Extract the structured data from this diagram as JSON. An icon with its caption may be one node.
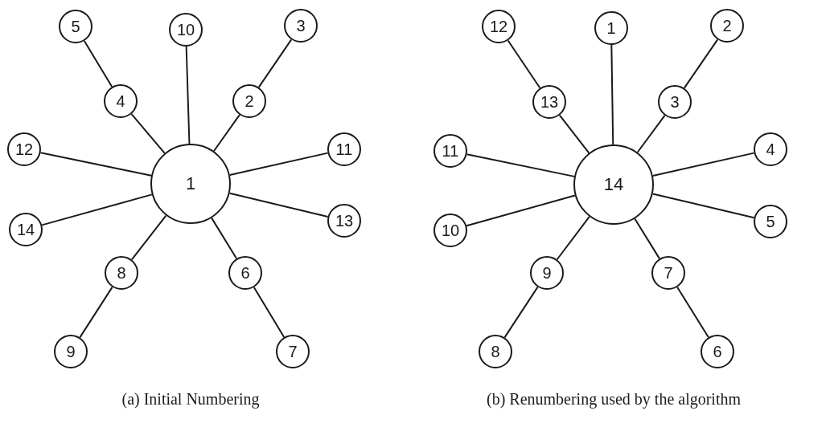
{
  "diagram": {
    "nodes": [
      {
        "text": [
          "1"
        ]
      },
      {
        "text": [
          "5"
        ]
      },
      {
        "text": [
          "10"
        ]
      },
      {
        "text": [
          "3"
        ]
      },
      {
        "text": [
          "4"
        ]
      },
      {
        "text": [
          "2"
        ]
      },
      {
        "text": [
          "12"
        ]
      },
      {
        "text": [
          "11"
        ]
      },
      {
        "text": [
          "14"
        ]
      },
      {
        "text": [
          "13"
        ]
      },
      {
        "text": [
          "8"
        ]
      },
      {
        "text": [
          "6"
        ]
      },
      {
        "text": [
          "9"
        ]
      },
      {
        "text": [
          "7"
        ]
      },
      {
        "text": [
          "14"
        ]
      },
      {
        "text": [
          "12"
        ]
      },
      {
        "text": [
          "1"
        ]
      },
      {
        "text": [
          "2"
        ]
      },
      {
        "text": [
          "13"
        ]
      },
      {
        "text": [
          "3"
        ]
      },
      {
        "text": [
          "11"
        ]
      },
      {
        "text": [
          "4"
        ]
      },
      {
        "text": [
          "10"
        ]
      },
      {
        "text": [
          "5"
        ]
      },
      {
        "text": [
          "9"
        ]
      },
      {
        "text": [
          "7"
        ]
      },
      {
        "text": [
          "8"
        ]
      },
      {
        "text": [
          "6"
        ]
      }
    ],
    "edges": [
      {
        "from": 0,
        "to": 4,
        "arrow": "none"
      },
      {
        "from": 4,
        "to": 1,
        "arrow": "none"
      },
      {
        "from": 0,
        "to": 2,
        "arrow": "none"
      },
      {
        "from": 0,
        "to": 5,
        "arrow": "none"
      },
      {
        "from": 5,
        "to": 3,
        "arrow": "none"
      },
      {
        "from": 0,
        "to": 6,
        "arrow": "none"
      },
      {
        "from": 0,
        "to": 7,
        "arrow": "none"
      },
      {
        "from": 0,
        "to": 8,
        "arrow": "none"
      },
      {
        "from": 0,
        "to": 9,
        "arrow": "none"
      },
      {
        "from": 0,
        "to": 10,
        "arrow": "none"
      },
      {
        "from": 10,
        "to": 12,
        "arrow": "none"
      },
      {
        "from": 0,
        "to": 11,
        "arrow": "none"
      },
      {
        "from": 11,
        "to": 13,
        "arrow": "none"
      },
      {
        "from": 14,
        "to": 18,
        "arrow": "none"
      },
      {
        "from": 18,
        "to": 15,
        "arrow": "none"
      },
      {
        "from": 14,
        "to": 16,
        "arrow": "none"
      },
      {
        "from": 14,
        "to": 19,
        "arrow": "none"
      },
      {
        "from": 19,
        "to": 17,
        "arrow": "none"
      },
      {
        "from": 14,
        "to": 20,
        "arrow": "none"
      },
      {
        "from": 14,
        "to": 21,
        "arrow": "none"
      },
      {
        "from": 14,
        "to": 22,
        "arrow": "none"
      },
      {
        "from": 14,
        "to": 23,
        "arrow": "none"
      },
      {
        "from": 14,
        "to": 24,
        "arrow": "none"
      },
      {
        "from": 24,
        "to": 26,
        "arrow": "none"
      },
      {
        "from": 14,
        "to": 25,
        "arrow": "none"
      },
      {
        "from": 25,
        "to": 27,
        "arrow": "none"
      }
    ],
    "labels": [
      "(a) Initial Numbering",
      "(b) Renumbering used by the algorithm"
    ]
  }
}
